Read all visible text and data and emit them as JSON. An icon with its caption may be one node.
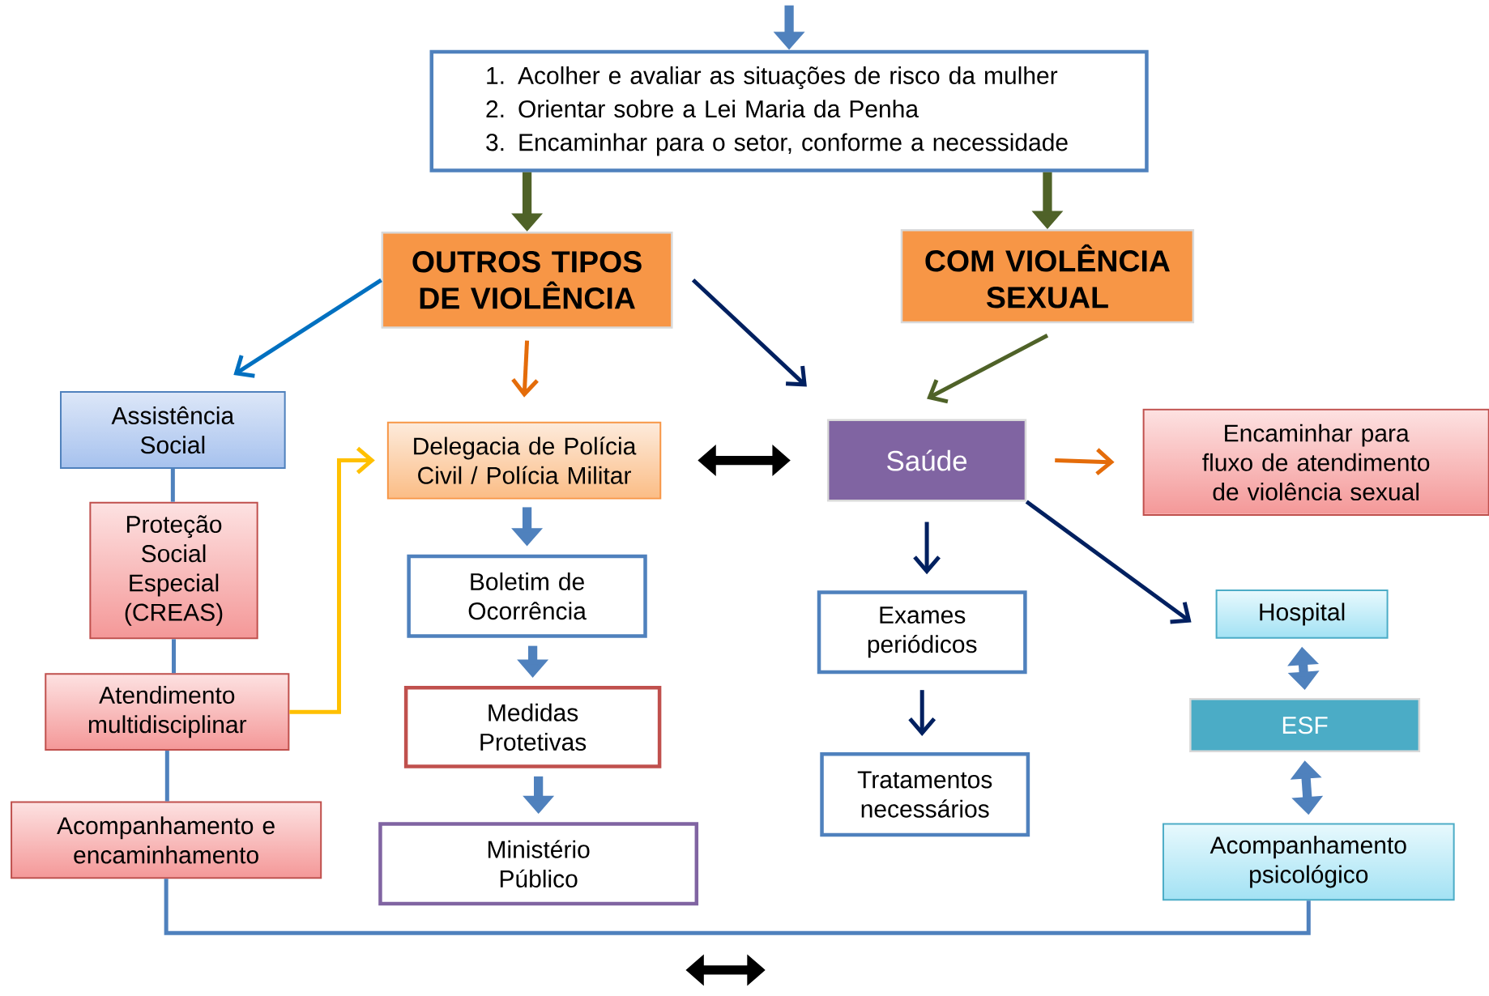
{
  "diagram": {
    "nodes": [
      {
        "text": [
          "1. Acolher e avaliar as situações de risco da mulher",
          "2. Orientar sobre a Lei Maria da Penha",
          "3. Encaminhar para o setor, conforme a necessidade"
        ]
      },
      {
        "text": [
          "OUTROS TIPOS DE VIOLÊNCIA"
        ]
      },
      {
        "text": [
          "COM VIOLÊNCIA SEXUAL"
        ]
      },
      {
        "text": [
          "Assistência Social"
        ]
      },
      {
        "text": [
          "Proteção Social Especial (CREAS)"
        ]
      },
      {
        "text": [
          "Atendimento multidisciplinar"
        ]
      },
      {
        "text": [
          "Acompanhamento e encaminhamento"
        ]
      },
      {
        "text": [
          "Delegacia de Polícia Civil / Polícia Militar"
        ]
      },
      {
        "text": [
          "Boletim de Ocorrência"
        ]
      },
      {
        "text": [
          "Medidas Protetivas"
        ]
      },
      {
        "text": [
          "Ministério Público"
        ]
      },
      {
        "text": [
          "Saúde"
        ]
      },
      {
        "text": [
          "Encaminhar para fluxo de atendimento de violência sexual"
        ]
      },
      {
        "text": [
          "Exames periódicos"
        ]
      },
      {
        "text": [
          "Tratamentos necessários"
        ]
      },
      {
        "text": [
          "Hospital"
        ]
      },
      {
        "text": [
          "ESF"
        ]
      },
      {
        "text": [
          "Acompanhamento psicológico"
        ]
      }
    ],
    "edges": [
      {
        "from": null,
        "to": 0,
        "arrow": "to",
        "style": "thick"
      },
      {
        "from": 0,
        "to": 1,
        "arrow": "to",
        "style": "thick",
        "color": "#4f6228"
      },
      {
        "from": 0,
        "to": 2,
        "arrow": "to",
        "style": "thick",
        "color": "#4f6228"
      },
      {
        "from": 1,
        "to": 3,
        "arrow": "to",
        "color": "#0070c0"
      },
      {
        "from": 1,
        "to": 7,
        "arrow": "to",
        "color": "#e46c0a"
      },
      {
        "from": 1,
        "to": 11,
        "arrow": "to",
        "color": "#002060"
      },
      {
        "from": 2,
        "to": 11,
        "arrow": "to",
        "color": "#4f6228"
      },
      {
        "from": 7,
        "to": 11,
        "arrow": "both",
        "style": "thick",
        "color": "#000000"
      },
      {
        "from": 11,
        "to": 12,
        "arrow": "to",
        "color": "#e46c0a"
      },
      {
        "from": 11,
        "to": 13,
        "arrow": "to",
        "color": "#002060"
      },
      {
        "from": 13,
        "to": 14,
        "arrow": "to",
        "color": "#002060"
      },
      {
        "from": 11,
        "to": 15,
        "arrow": "to",
        "color": "#002060"
      },
      {
        "from": 15,
        "to": 16,
        "arrow": "both",
        "style": "thick"
      },
      {
        "from": 16,
        "to": 17,
        "arrow": "both",
        "style": "thick"
      },
      {
        "from": 7,
        "to": 8,
        "arrow": "to",
        "style": "thick"
      },
      {
        "from": 8,
        "to": 9,
        "arrow": "to",
        "style": "thick"
      },
      {
        "from": 9,
        "to": 10,
        "arrow": "to",
        "style": "thick"
      },
      {
        "from": 5,
        "to": 7,
        "arrow": "to",
        "color": "#ffc000"
      },
      {
        "from": 3,
        "to": 4,
        "arrow": "none"
      },
      {
        "from": 4,
        "to": 5,
        "arrow": "none"
      },
      {
        "from": 5,
        "to": 6,
        "arrow": "none"
      },
      {
        "from": 6,
        "to": 17,
        "arrow": "none"
      }
    ]
  }
}
